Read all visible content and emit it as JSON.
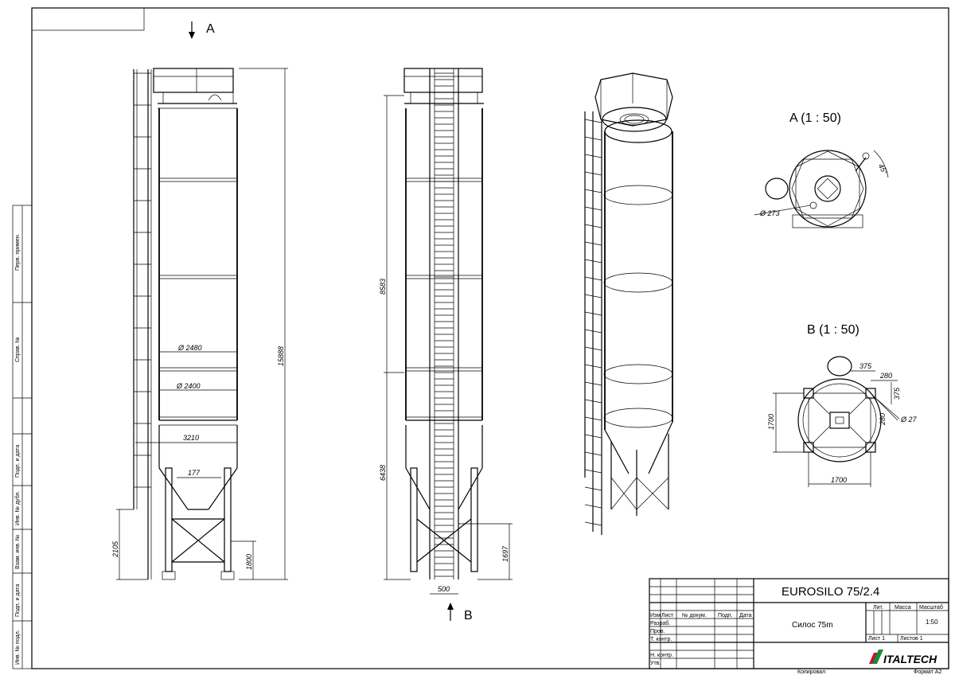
{
  "view_labels": {
    "a_top": "A",
    "b_bottom": "B",
    "detail_a": "A   (1 : 50)",
    "detail_b": "B   (1 : 50)"
  },
  "dimensions": {
    "d2480": "Ø 2480",
    "d2400": "Ø 2400",
    "w3210": "3210",
    "w177": "177",
    "h15888": "15888",
    "h2105": "2105",
    "h1800": "1800",
    "h8583": "8583",
    "h6438": "6438",
    "h1697": "1697",
    "w500": "500",
    "a45": "45°",
    "d273": "Ø 273",
    "b375a": "375",
    "b280a": "280",
    "b375b": "375",
    "b280b": "280",
    "d27": "Ø 27",
    "b1700v": "1700",
    "b1700h": "1700"
  },
  "left_strip": [
    "Перв. примен.",
    "Справ. №",
    "Подп. и дата",
    "Инв. № дубл.",
    "Взам. инв. №",
    "Подп. и дата",
    "Инв. № подл."
  ],
  "title_block": {
    "designation": "EUROSILO 75/2.4",
    "name": "Силос 75m",
    "headers": {
      "izm": "Изм",
      "list": "Лист",
      "doc": "№ докум.",
      "podp": "Подп.",
      "data": "Дата"
    },
    "roles": [
      "Разраб.",
      "Пров.",
      "Т. контр.",
      "",
      "Н. контр.",
      "Утв."
    ],
    "lit": "Лит.",
    "massa": "Масса",
    "masshtab": "Масштаб",
    "scale": "1:50",
    "sheet": "Лист 1",
    "sheets": "Листов 1",
    "logo": "ITALTECH",
    "kopiroval": "Копировал",
    "format": "Формат A2"
  },
  "colors": {
    "line": "#000000",
    "logo_red": "#c8102e",
    "logo_green": "#1a8a3a"
  }
}
